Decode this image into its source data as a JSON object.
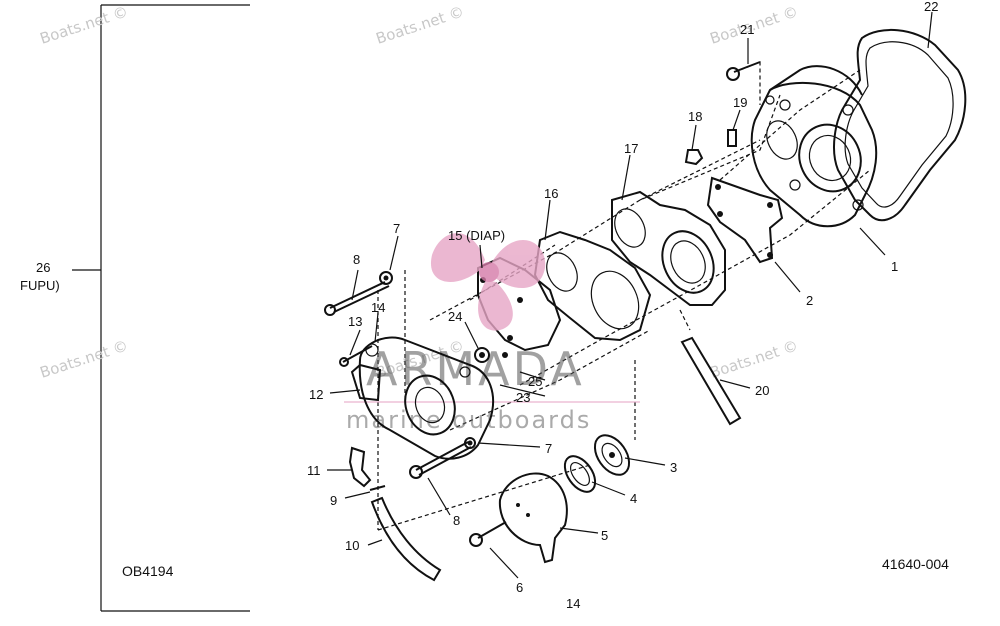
{
  "diagram": {
    "assembly_label": "26\nFUPU)",
    "assembly_label_lines": [
      "26",
      "FUPU)"
    ],
    "ref_left": "OB4194",
    "ref_right": "41640-004",
    "bottom_number": "14",
    "parts": [
      {
        "id": "p1",
        "text": "1"
      },
      {
        "id": "p2",
        "text": "2"
      },
      {
        "id": "p3",
        "text": "3"
      },
      {
        "id": "p4",
        "text": "4"
      },
      {
        "id": "p5",
        "text": "5"
      },
      {
        "id": "p6",
        "text": "6"
      },
      {
        "id": "p7a",
        "text": "7"
      },
      {
        "id": "p7b",
        "text": "7"
      },
      {
        "id": "p8a",
        "text": "8"
      },
      {
        "id": "p8b",
        "text": "8"
      },
      {
        "id": "p9",
        "text": "9"
      },
      {
        "id": "p10",
        "text": "10"
      },
      {
        "id": "p11",
        "text": "11"
      },
      {
        "id": "p12",
        "text": "12"
      },
      {
        "id": "p13",
        "text": "13"
      },
      {
        "id": "p14",
        "text": "14"
      },
      {
        "id": "p15",
        "text": "15 (DIAP)"
      },
      {
        "id": "p16",
        "text": "16"
      },
      {
        "id": "p17",
        "text": "17"
      },
      {
        "id": "p18",
        "text": "18"
      },
      {
        "id": "p19",
        "text": "19"
      },
      {
        "id": "p20",
        "text": "20"
      },
      {
        "id": "p21",
        "text": "21"
      },
      {
        "id": "p22",
        "text": "22"
      },
      {
        "id": "p23",
        "text": "23"
      },
      {
        "id": "p24",
        "text": "24"
      },
      {
        "id": "p25",
        "text": "25"
      }
    ]
  },
  "watermark": {
    "site": "Boats.net ©",
    "brand": "ARMADA",
    "brand_sub": "marine outboards",
    "brand_color": "#e7a6c6"
  }
}
